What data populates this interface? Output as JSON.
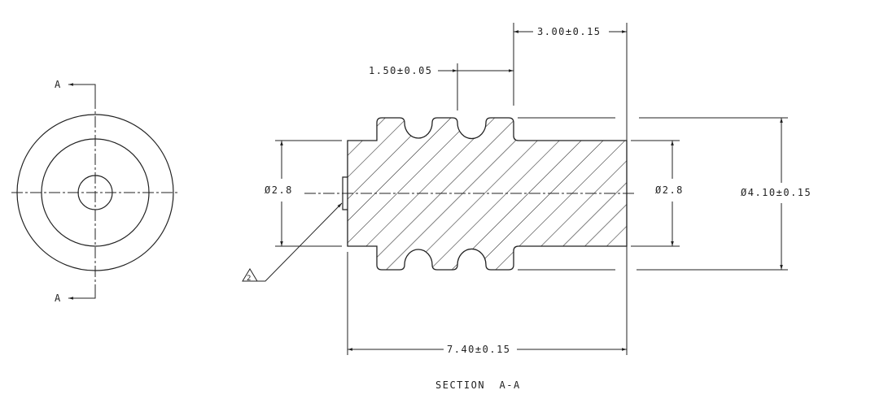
{
  "drawing": {
    "section_label": "SECTION  A-A",
    "cut_label_top": "A",
    "cut_label_bottom": "A",
    "note_flag": "2",
    "dimensions": {
      "groove_pitch": "3.00±0.15",
      "groove_width": "1.50±0.05",
      "left_diameter": "Ø2.8",
      "right_diameter": "Ø2.8",
      "outer_diameter": "Ø4.10±0.15",
      "overall_length": "7.40±0.15"
    }
  }
}
